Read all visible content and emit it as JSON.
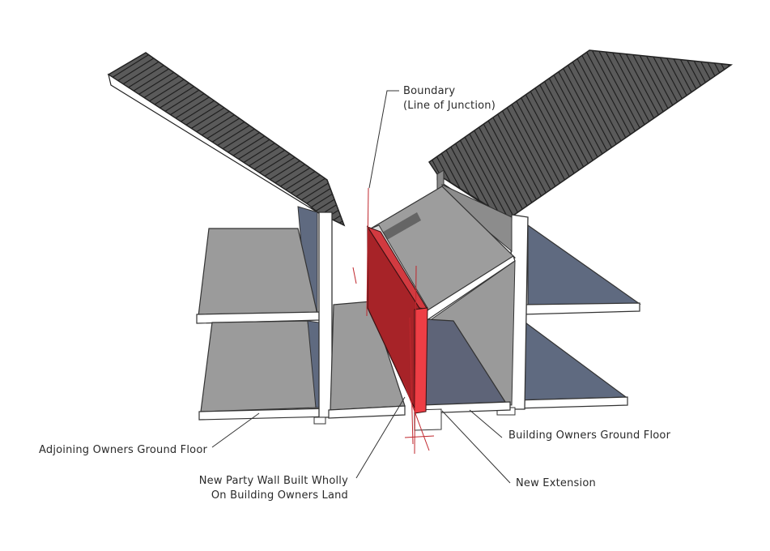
{
  "labels": {
    "boundary": {
      "line1": "Boundary",
      "line2": "(Line of Junction)"
    },
    "adjoining_ground_floor": "Adjoining Owners Ground Floor",
    "building_ground_floor": "Building Owners Ground Floor",
    "party_wall": {
      "line1": "New Party Wall Built Wholly",
      "line2": "On Building Owners Land"
    },
    "new_extension": "New Extension"
  },
  "colors": {
    "roof": "#4a4a4a",
    "floor_slab": "#9a9a9a",
    "party_wall": "#c0272d",
    "party_wall_face": "#e8323a",
    "extension_wall": "#5e6478",
    "guide_line": "#c0272d"
  }
}
